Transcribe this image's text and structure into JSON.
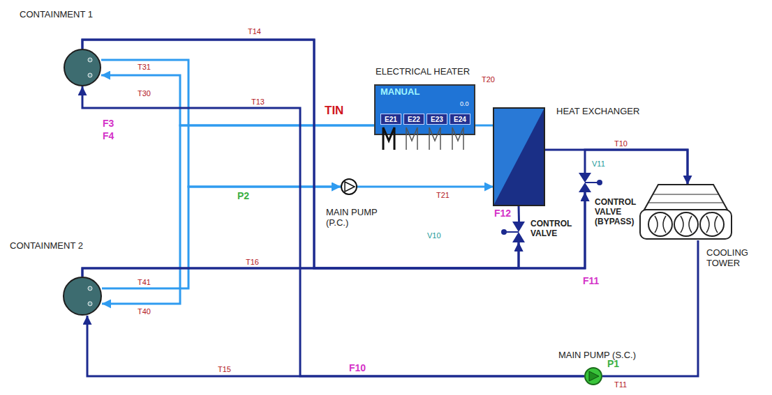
{
  "diagram": {
    "nodes": [
      {
        "text": [
          "CONTAINMENT 1"
        ]
      },
      {
        "text": [
          "CONTAINMENT 2"
        ]
      },
      {
        "text": [
          "ELECTRICAL HEATER",
          "MANUAL",
          "0.0"
        ]
      },
      {
        "text": [
          "E21"
        ],
        "in": 2
      },
      {
        "text": [
          "E22"
        ],
        "in": 2
      },
      {
        "text": [
          "E23"
        ],
        "in": 2
      },
      {
        "text": [
          "E24"
        ],
        "in": 2
      },
      {
        "text": [
          "HEAT EXCHANGER"
        ]
      },
      {
        "text": [
          "MAIN PUMP (P.C.)"
        ]
      },
      {
        "text": [
          "CONTROL VALVE"
        ]
      },
      {
        "text": [
          "CONTROL VALVE (BYPASS)"
        ]
      },
      {
        "text": [
          "COOLING TOWER"
        ]
      },
      {
        "text": [
          "MAIN PUMP (S.C.)"
        ]
      }
    ],
    "edges": [
      {
        "from": 2,
        "to": 0,
        "arrow": "to"
      },
      {
        "from": 2,
        "to": 1,
        "arrow": "to"
      },
      {
        "from": 0,
        "to": 8,
        "arrow": "to"
      },
      {
        "from": 1,
        "to": 8,
        "arrow": "to"
      },
      {
        "from": 8,
        "to": 7,
        "arrow": "to"
      },
      {
        "from": 7,
        "to": 2,
        "arrow": "none"
      },
      {
        "from": 0,
        "to": 9,
        "arrow": "to"
      },
      {
        "from": 1,
        "to": 9,
        "arrow": "to"
      },
      {
        "from": 0,
        "to": 10,
        "arrow": "to"
      },
      {
        "from": 1,
        "to": 10,
        "arrow": "to"
      },
      {
        "from": 9,
        "to": 7,
        "arrow": "none"
      },
      {
        "from": 7,
        "to": 11,
        "arrow": "to"
      },
      {
        "from": 10,
        "to": 11,
        "arrow": "none"
      },
      {
        "from": 11,
        "to": 12,
        "arrow": "none"
      },
      {
        "from": 12,
        "to": 1,
        "arrow": "to"
      },
      {
        "from": 12,
        "to": 0,
        "arrow": "to"
      }
    ],
    "labels": [
      "T14",
      "T13",
      "T31",
      "T30",
      "F3",
      "F4",
      "TIN",
      "T20",
      "P2",
      "T21",
      "V10",
      "F12",
      "V11",
      "T10",
      "T41",
      "T40",
      "T16",
      "F11",
      "T15",
      "F10",
      "P1",
      "T11"
    ]
  }
}
